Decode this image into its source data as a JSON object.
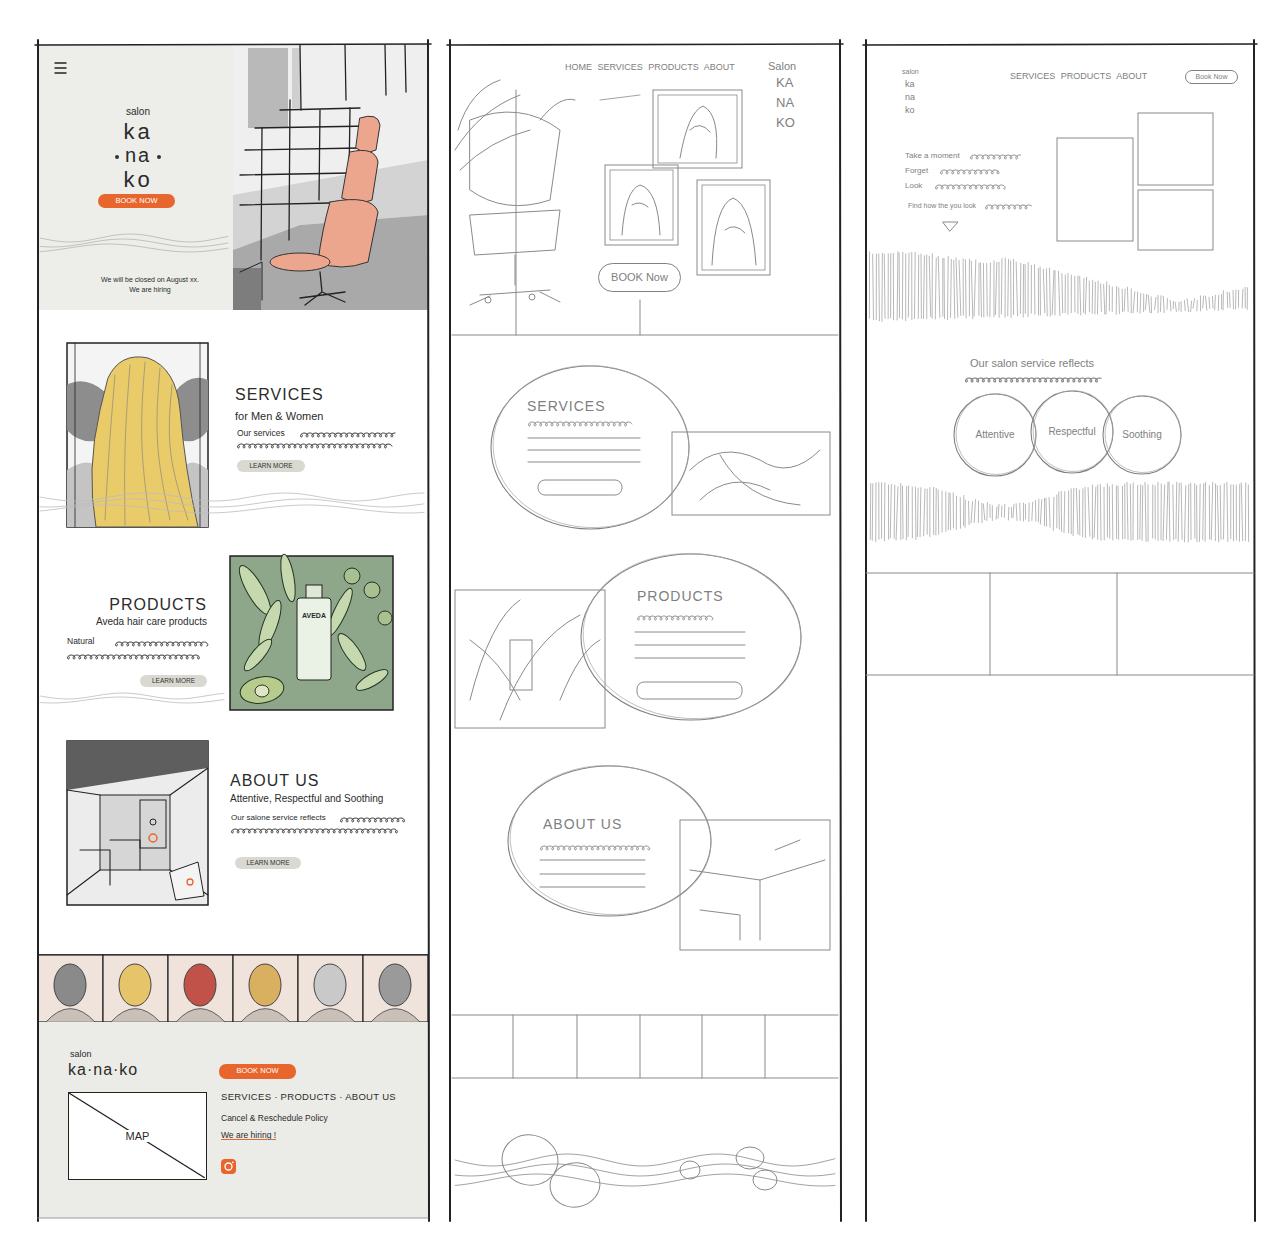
{
  "diagram": {
    "nodes": [
      {
        "text": [
          "salon",
          "ka",
          "na",
          "ko",
          "We will be closed on August xx.",
          "We are hiring"
        ]
      },
      {
        "text": [
          "BOOK NOW"
        ],
        "in": 0
      },
      {
        "text": [
          "LEARN MORE"
        ]
      },
      {
        "text": [
          "LEARN MORE"
        ]
      },
      {
        "text": [
          "LEARN MORE"
        ]
      },
      {
        "text": [
          "salon",
          "ka·na·ko",
          "SERVICES · PRODUCTS · ABOUT US",
          "Cancel & Reschedule Policy",
          "We are hiring !"
        ]
      },
      {
        "text": [
          "BOOK NOW"
        ],
        "in": 5
      },
      {
        "text": [
          "MAP"
        ],
        "in": 5
      },
      {
        "text": [
          "BOOK Now"
        ]
      },
      {
        "text": [
          "SERVICES"
        ]
      },
      {
        "text": [
          "PRODUCTS"
        ]
      },
      {
        "text": [
          "ABOUT US"
        ]
      },
      {
        "text": [
          "Book Now"
        ]
      },
      {
        "text": [
          "Attentive"
        ]
      },
      {
        "text": [
          "Respectful"
        ]
      },
      {
        "text": [
          "Soothing"
        ]
      }
    ],
    "labels": [
      "SERVICES",
      "for Men & Women",
      "Our services",
      "PRODUCTS",
      "Aveda hair care products",
      "Natural",
      "AVEDA",
      "ABOUT US",
      "Attentive, Respectful and Soothing",
      "Our salone service reflects",
      "HOME SERVICES PRODUCTS ABOUT",
      "Salon",
      "KA",
      "NA",
      "KO",
      "salon",
      "ka",
      "na",
      "ko",
      "SERVICES PRODUCTS ABOUT",
      "Take a moment",
      "Forget",
      "Look",
      "Find how the you look",
      "Our salon service reflects"
    ]
  }
}
